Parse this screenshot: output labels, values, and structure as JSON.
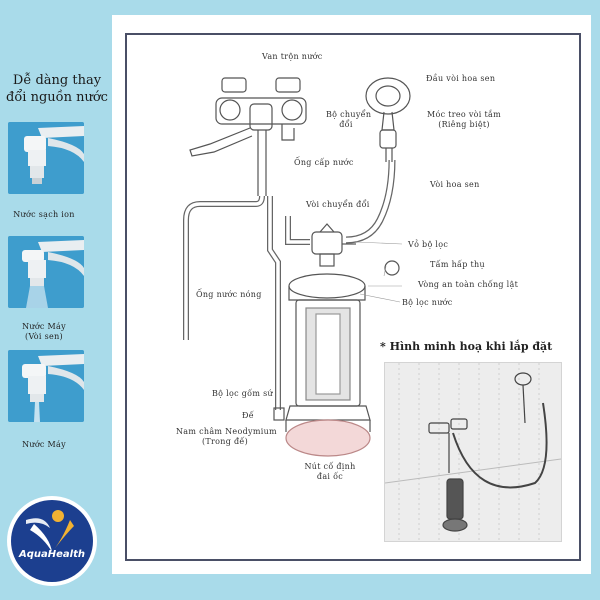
{
  "side_panel": {
    "title_line1": "Dễ dàng thay",
    "title_line2": "đổi nguồn nước",
    "modes": [
      {
        "caption": "Nước sạch ion",
        "caption2": ""
      },
      {
        "caption": "Nước Máy",
        "caption2": "(Vòi sen)"
      },
      {
        "caption": "Nước Máy",
        "caption2": ""
      }
    ]
  },
  "diagram": {
    "labels": {
      "mixing_valve": "Van trộn nước",
      "shower_head": "Đầu vòi hoa sen",
      "switch_line1": "Bộ chuyển",
      "switch_line2": "đổi",
      "hook_line1": "Móc treo vòi tắm",
      "hook_line2": "(Riêng biệt)",
      "supply_pipe": "Ống cấp nước",
      "shower_hose": "Vòi hoa sen",
      "switch_tap": "Vòi chuyển đổi",
      "filter_housing": "Vỏ bộ lọc",
      "absorber": "Tấm hấp thụ",
      "safety_ring": "Vòng an toàn chống lật",
      "hot_pipe": "Ống nước nóng",
      "filter": "Bộ lọc nước",
      "ceramic_filter": "Bộ lọc gốm sứ",
      "base": "Đế",
      "magnet_line1": "Nam châm Neodymium",
      "magnet_line2": "(Trong đế)",
      "lock_line1": "Nút cố định",
      "lock_line2": "đai ốc"
    },
    "inset_title": "* Hình minh hoạ khi lắp đặt"
  },
  "brand": {
    "name": "AquaHealth",
    "colors": {
      "navy": "#1c3f8f",
      "gold": "#f2b233",
      "background": "#a9dbea"
    }
  }
}
